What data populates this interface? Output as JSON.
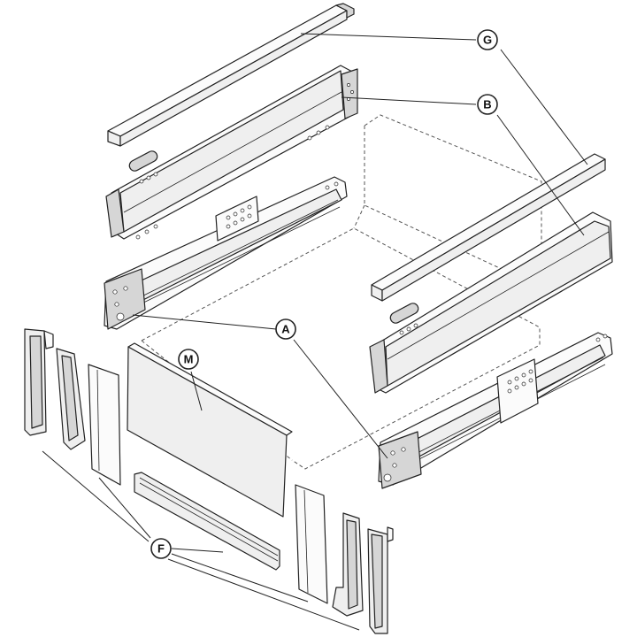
{
  "callouts": [
    {
      "id": "G",
      "label": "G"
    },
    {
      "id": "B",
      "label": "B"
    },
    {
      "id": "A",
      "label": "A"
    },
    {
      "id": "M",
      "label": "M"
    },
    {
      "id": "F",
      "label": "F"
    }
  ],
  "colors": {
    "line": "#222222",
    "fill": "#efefef",
    "background": "#ffffff"
  }
}
